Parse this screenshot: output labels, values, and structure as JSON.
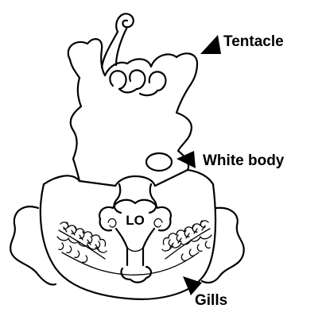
{
  "labels": {
    "tentacle": "Tentacle",
    "white_body": "White body",
    "gills": "Gills",
    "lo": "LO"
  },
  "colors": {
    "ink": "#000000",
    "background": "#ffffff"
  }
}
